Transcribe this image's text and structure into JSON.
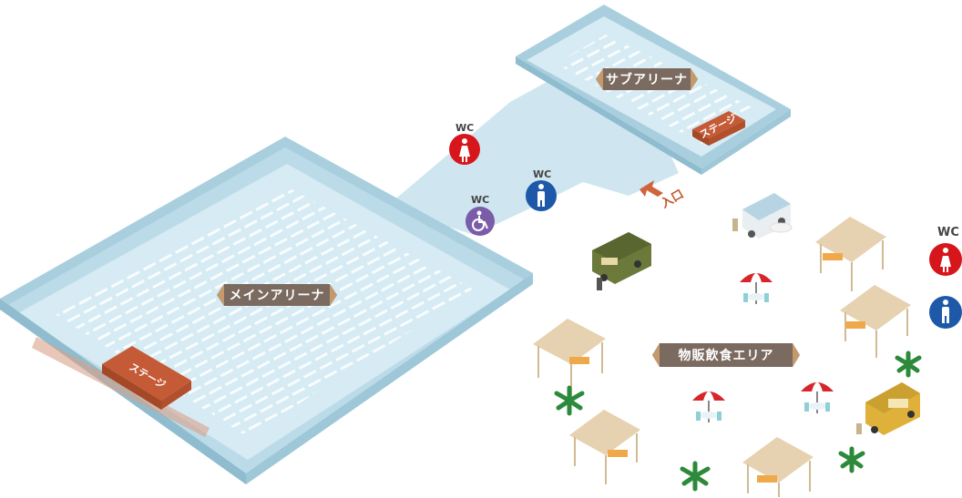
{
  "areas": {
    "main_arena": "メインアリーナ",
    "sub_arena": "サブアリーナ",
    "food_area": "物販飲食エリア"
  },
  "stages": {
    "main_stage": "ステージ",
    "sub_stage": "ステージ"
  },
  "entrance": "入口",
  "restrooms": {
    "wc_label": "WC",
    "items": [
      {
        "type": "female",
        "label": "WC"
      },
      {
        "type": "male",
        "label": "WC"
      },
      {
        "type": "accessible",
        "label": "WC"
      },
      {
        "type": "female",
        "label": "WC"
      },
      {
        "type": "male",
        "label": ""
      }
    ]
  },
  "colors": {
    "floor": "#c9e3ee",
    "wall": "#a9cfdf",
    "stage": "#c55a36",
    "label_bg": "#7a6a60",
    "label_accent": "#c49a6c",
    "female": "#d7161c",
    "male": "#1d59a8",
    "accessible": "#7a5ca8",
    "tent": "#e6d2b0",
    "palm": "#2c8a3a"
  }
}
